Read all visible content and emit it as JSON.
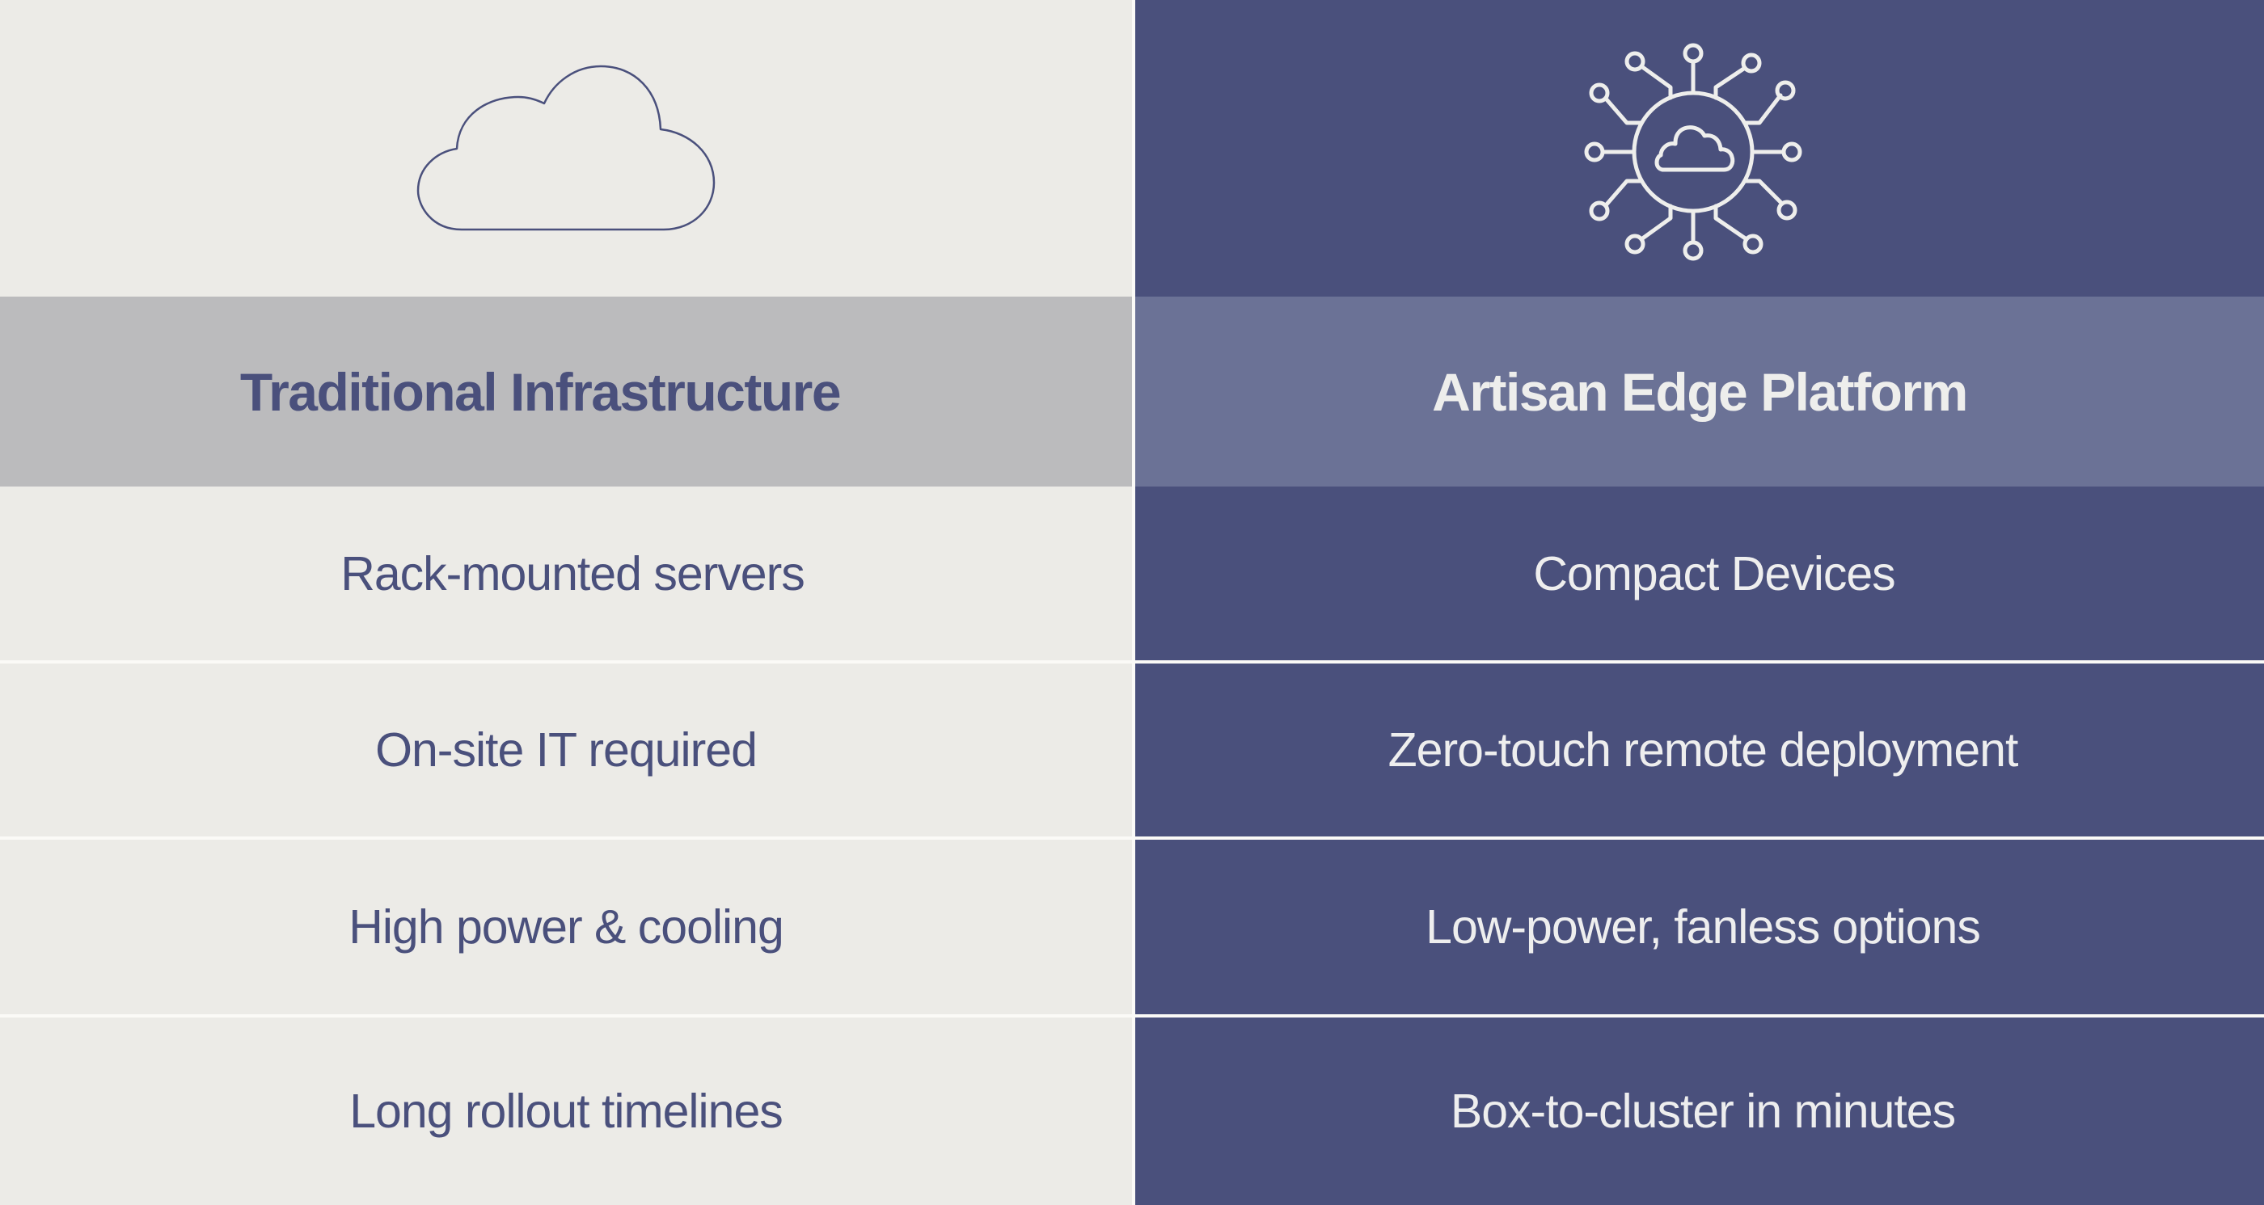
{
  "colors": {
    "left_background": "#ecebe7",
    "left_header_background": "#bbbbbd",
    "left_text": "#4a507c",
    "right_background": "#4a507c",
    "right_header_background": "#6b7296",
    "right_text": "#eeeeee",
    "divider": "#fbfaf7"
  },
  "left": {
    "icon": "cloud-outline-icon",
    "title": "Traditional Infrastructure",
    "rows": [
      "Rack-mounted servers",
      "On-site IT required",
      "High power & cooling",
      "Long rollout timelines"
    ]
  },
  "right": {
    "icon": "cloud-network-hub-icon",
    "title": "Artisan Edge Platform",
    "rows": [
      "Compact Devices",
      "Zero-touch remote deployment",
      "Low-power, fanless options",
      "Box-to-cluster in minutes"
    ]
  }
}
